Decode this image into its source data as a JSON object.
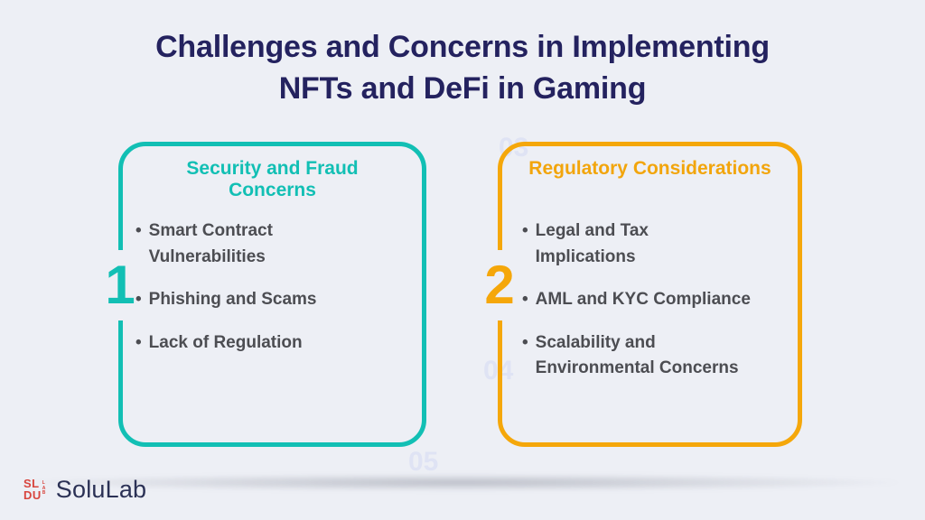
{
  "title": {
    "text": "Challenges and Concerns in Implementing\nNFTs and DeFi in Gaming"
  },
  "bullet_glyph": "•",
  "cards": [
    {
      "number": "1",
      "heading": "Security and Fraud\nConcerns",
      "accent_color": "#12BFB4",
      "bullets": [
        "Smart Contract\nVulnerabilities",
        "Phishing and Scams",
        "Lack of Regulation"
      ]
    },
    {
      "number": "2",
      "heading": "Regulatory Considerations",
      "accent_color": "#F5A70A",
      "bullets": [
        "Legal and Tax\nImplications",
        "AML and KYC Compliance",
        "Scalability and\nEnvironmental Concerns"
      ]
    }
  ],
  "watermarks": [
    "03",
    "04",
    "05"
  ],
  "logo": {
    "text": "SoluLab",
    "mark_line1": "SL",
    "mark_line2": "DU",
    "mark_side": "LAB",
    "mark_color": "#D8453E",
    "text_color": "#2B3155"
  },
  "colors": {
    "background": "#EDEFF5",
    "title": "#24225F",
    "body_text": "#4C4D52",
    "watermark": "#DFE3F4"
  }
}
